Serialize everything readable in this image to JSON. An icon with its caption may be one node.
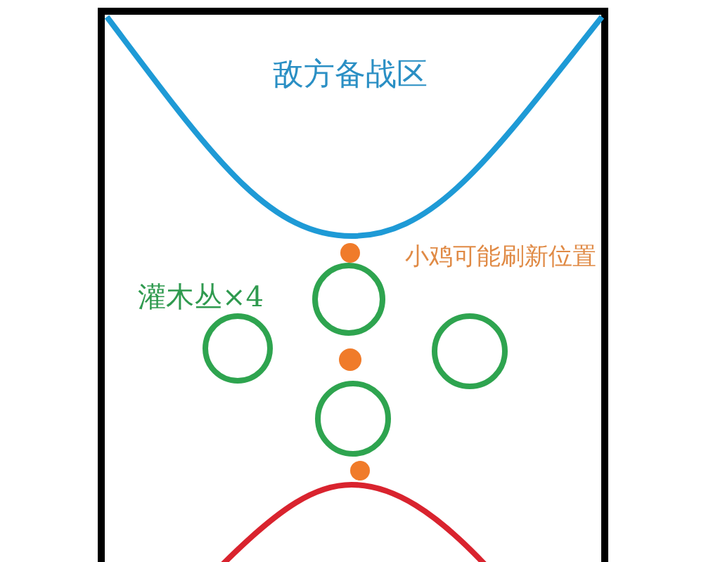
{
  "diagram": {
    "labels": [
      "敌方备战区",
      "小鸡可能刷新位置",
      "灌木丛×4"
    ]
  }
}
